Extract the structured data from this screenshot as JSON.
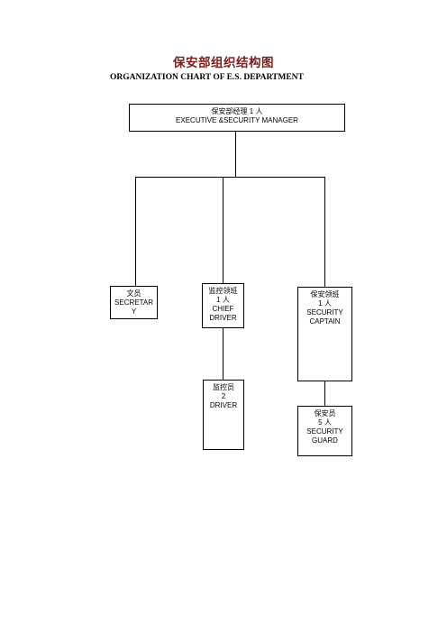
{
  "title": {
    "cn": "保安部组织结构图",
    "en": "ORGANIZATION CHART OF E.S. DEPARTMENT"
  },
  "nodes": {
    "manager": {
      "line1": "保安部经理 1 人",
      "line2": "EXECUTIVE  &SECURITY MANAGER"
    },
    "secretary": {
      "line1": "文员",
      "line2": "SECRETAR",
      "line3": "Y"
    },
    "chief_driver": {
      "line1": "监控领班",
      "line2": "1 人",
      "line3": "CHIEF",
      "line4": "DRIVER"
    },
    "security_captain": {
      "line1": "保安领班",
      "line2": "1 人",
      "line3": "SECURITY",
      "line4": "CAPTAIN"
    },
    "driver": {
      "line1": "监控员",
      "line2": "2",
      "line3": "DRIVER"
    },
    "security_guard": {
      "line1": "保安员",
      "line2": "5 人",
      "line3": "SECURITY",
      "line4": "GUARD"
    }
  }
}
